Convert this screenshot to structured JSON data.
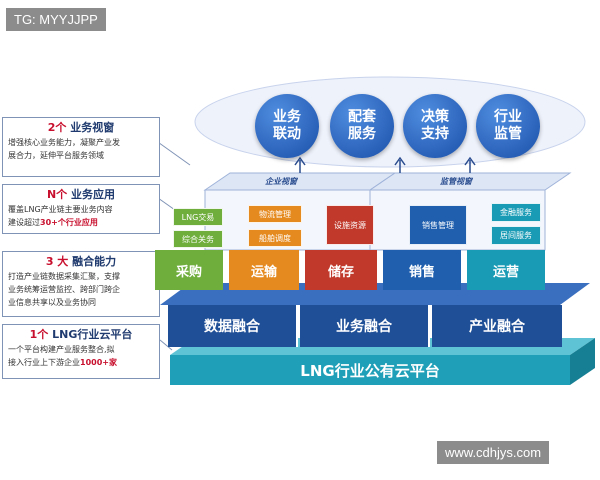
{
  "watermark_top": "TG: MYYJJPP",
  "watermark_bottom": "www.cdhjys.com",
  "panels": [
    {
      "num": "2个",
      "title": "业务视窗",
      "lines": [
        "增强核心业务能力，凝聚产业发",
        "展合力，延伸平台服务领域"
      ]
    },
    {
      "num": "N个",
      "title": "业务应用",
      "lines": [
        "覆盖LNG产业链主要业务内容",
        "建设超过"
      ],
      "highlight": "30+个行业应用"
    },
    {
      "num": "3 大",
      "title": "融合能力",
      "lines": [
        "打造产业链数据采集汇聚，支撑",
        "业务统筹运营监控、跨部门跨企",
        "业信息共享以及业务协同"
      ]
    },
    {
      "num": "1个",
      "title": "LNG行业云平台",
      "lines": [
        "一个平台构建产业服务整合,拟",
        "接入行业上下游企业"
      ],
      "highlight": "1000+家"
    }
  ],
  "circles": [
    {
      "l1": "业务",
      "l2": "联动"
    },
    {
      "l1": "配套",
      "l2": "服务"
    },
    {
      "l1": "决策",
      "l2": "支持"
    },
    {
      "l1": "行业",
      "l2": "监管"
    }
  ],
  "views": {
    "enterprise": "企业视窗",
    "supervision": "监管视窗"
  },
  "business": [
    {
      "label": "采购",
      "color": "#6fae3c"
    },
    {
      "label": "运输",
      "color": "#e58a1f"
    },
    {
      "label": "储存",
      "color": "#c0392b"
    },
    {
      "label": "销售",
      "color": "#1f5fae"
    },
    {
      "label": "运营",
      "color": "#1a9bb5"
    }
  ],
  "apps": {
    "procurement": [
      "LNG交易",
      "综合关务"
    ],
    "transport": [
      "物流管理",
      "船舶调度"
    ],
    "storage": [
      "设施资源"
    ],
    "sales": [
      "销售管理"
    ],
    "operations": [
      "金融服务",
      "居间服务"
    ]
  },
  "fusion": [
    "数据融合",
    "业务融合",
    "产业融合"
  ],
  "platform": "LNG行业公有云平台",
  "colors": {
    "navy": "#1f4f97",
    "teal": "#1fa0b8",
    "green": "#6fae3c",
    "orange": "#e58a1f",
    "red": "#c0392b",
    "blue": "#1f5fae"
  }
}
